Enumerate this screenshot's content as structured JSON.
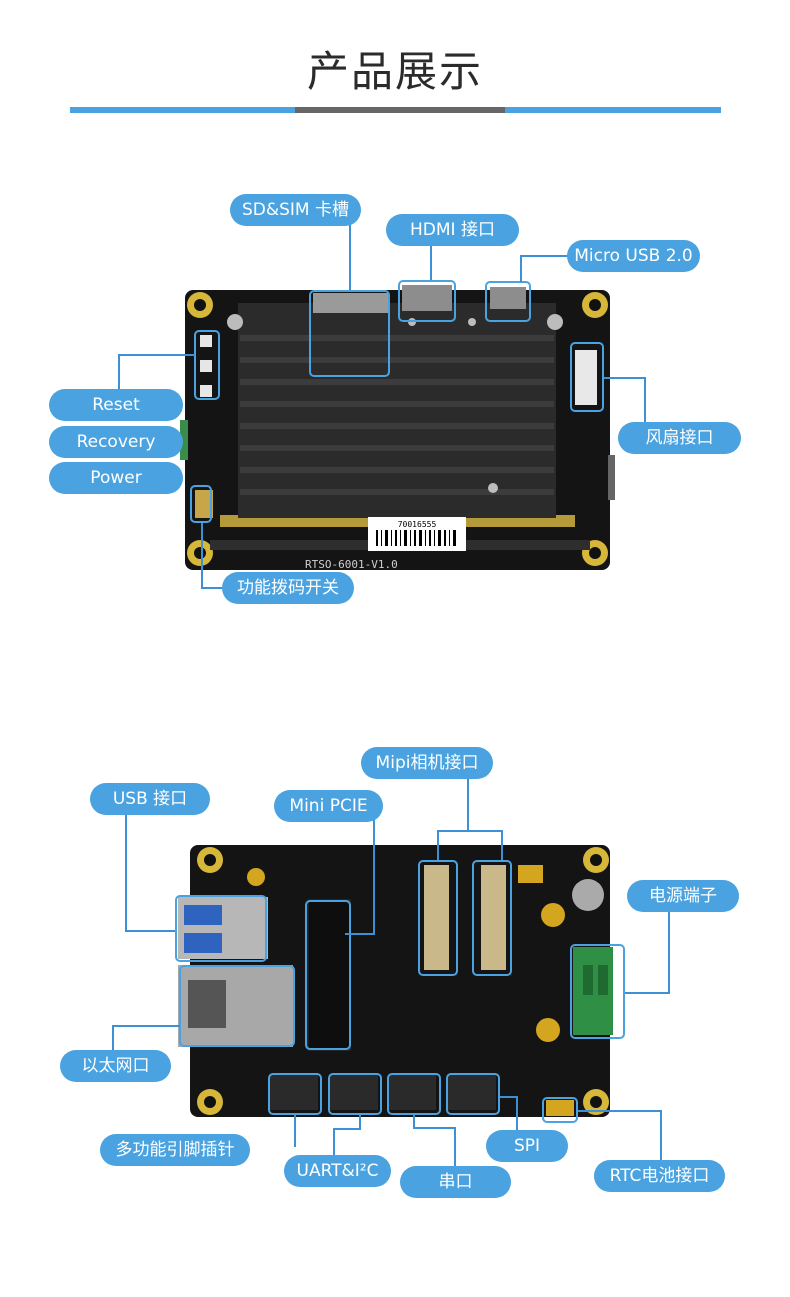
{
  "header": {
    "title": "产品展示"
  },
  "colors": {
    "accent": "#4aa3e0",
    "rule_mid": "#666666",
    "board": "#151515",
    "heatsink": "#2a2a2a"
  },
  "top_board": {
    "label_text": "RTSO-6001-V1.0",
    "barcode_text": "70016555",
    "callouts": {
      "sd_sim": "SD&SIM 卡槽",
      "hdmi": "HDMI 接口",
      "micro_usb": "Micro USB 2.0",
      "reset": "Reset",
      "recovery": "Recovery",
      "power": "Power",
      "fan": "风扇接口",
      "dip_switch": "功能拨码开关"
    }
  },
  "bottom_board": {
    "callouts": {
      "mipi": "Mipi相机接口",
      "usb": "USB 接口",
      "mini_pcie": "Mini PCIE",
      "power_terminal": "电源端子",
      "ethernet": "以太网口",
      "multi_header": "多功能引脚插针",
      "uart_i2c": "UART&I²C",
      "serial": "串口",
      "spi": "SPI",
      "rtc": "RTC电池接口"
    }
  }
}
